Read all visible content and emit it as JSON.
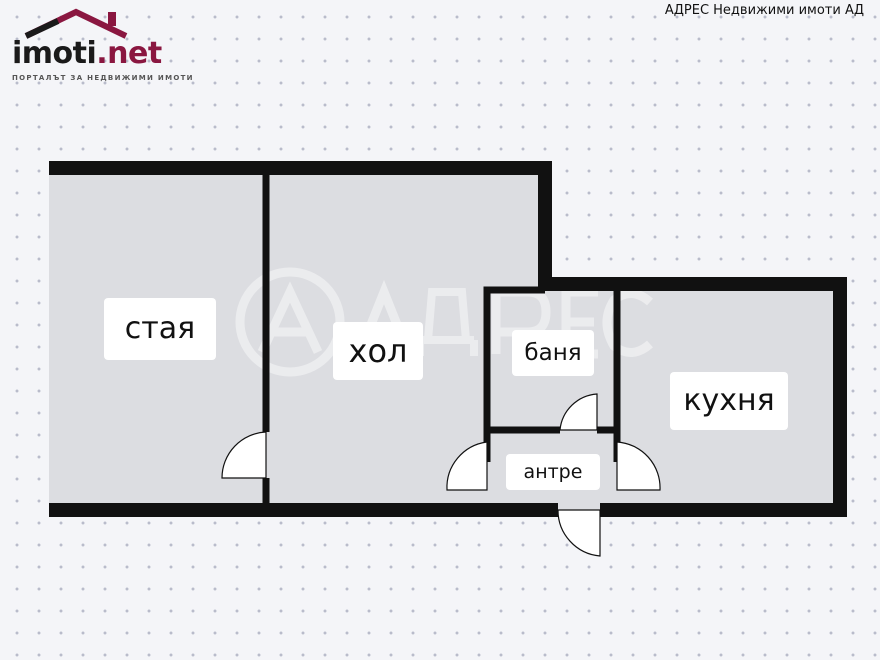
{
  "logo": {
    "name": "imoti",
    "dot_net": ".net",
    "tagline": "ПОРТАЛЪТ ЗА НЕДВИЖИМИ ИМОТИ",
    "accent_color": "#8a1740"
  },
  "agency": "АДРЕС Недвижими имоти АД",
  "rooms": {
    "staya": "стая",
    "hol": "хол",
    "banya": "баня",
    "kuhnya": "кухня",
    "antre": "антре"
  },
  "colors": {
    "wall": "#111111",
    "floor": "#dcdde1",
    "background": "#f4f5f8"
  }
}
